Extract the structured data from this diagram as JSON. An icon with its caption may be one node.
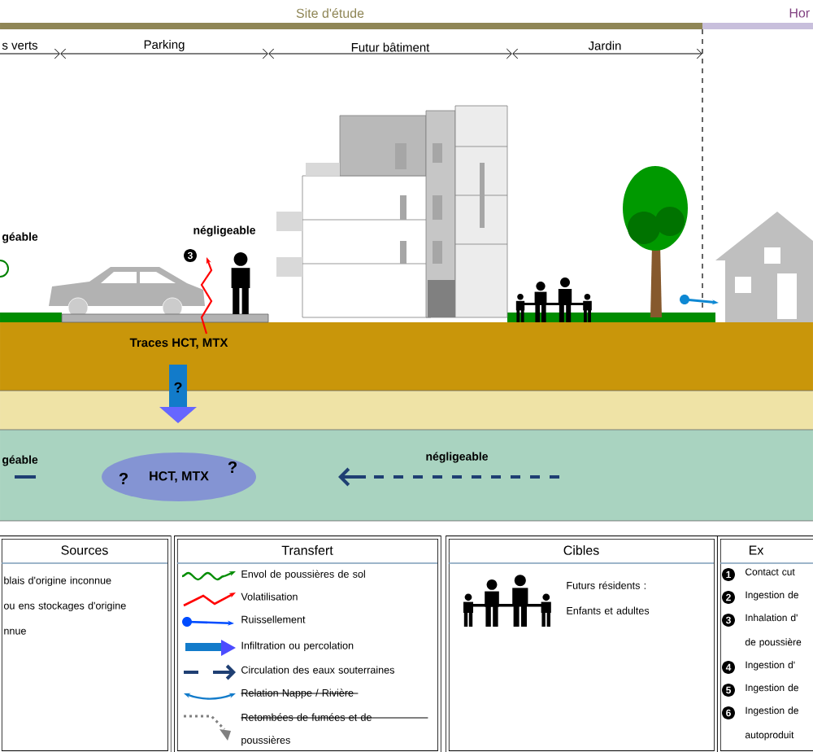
{
  "diagram": {
    "nodes": [
      {
        "text": [
          "HCT, MTX"
        ]
      },
      {
        "text": [
          "Sources",
          "blais d'origine inconnue ou ens stockages d'origine nnue"
        ]
      },
      {
        "text": [
          "Transfert"
        ]
      },
      {
        "text": [
          "Cibles",
          "Futurs résidents : Enfants et adultes"
        ]
      },
      {
        "text": [
          "Ex",
          "Contact cut",
          "Ingestion de",
          "Inhalation d' de poussière",
          "Ingestion d'",
          "Ingestion de",
          "Ingestion de autoproduit"
        ]
      }
    ],
    "labels": [
      "Site d'étude",
      "Hor",
      "s verts",
      "Parking",
      "Futur bâtiment",
      "Jardin",
      "géable",
      "négligeable",
      "3",
      "Traces HCT, MTX",
      "?",
      "géable",
      "?",
      "?",
      "négligeable",
      "1",
      "2",
      "3",
      "4",
      "5",
      "6"
    ],
    "legend": [
      {
        "text": "Envol de poussières de sol"
      },
      {
        "text": "Volatilisation"
      },
      {
        "text": "Ruissellement"
      },
      {
        "text": "Infiltration ou percolation"
      },
      {
        "text": "Circulation des eaux souterraines"
      },
      {
        "text": "Relation Nappe / Rivière"
      },
      {
        "text": "Retombées de fumées et de poussières"
      }
    ]
  }
}
